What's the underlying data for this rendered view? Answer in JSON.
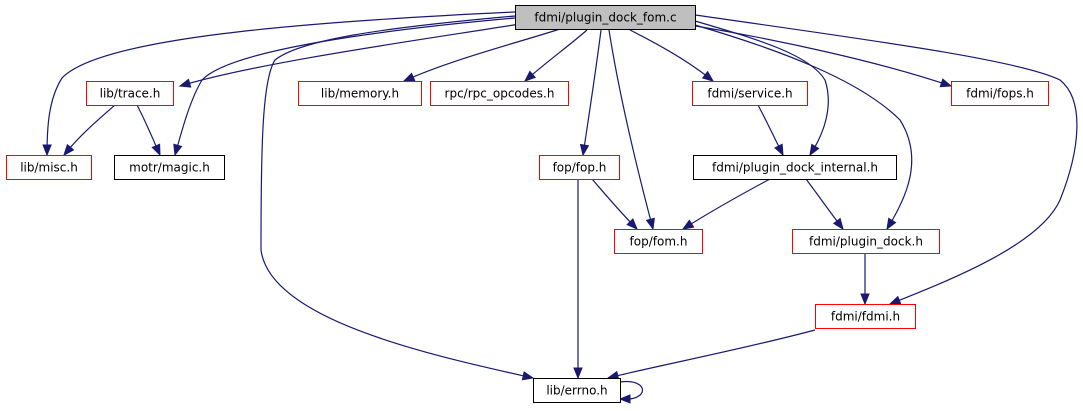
{
  "diagram": {
    "title": "fdmi/plugin_dock_fom.c include dependency graph",
    "colors": {
      "edge": "#191970",
      "root_fill": "#bfbfbf",
      "root_border": "#000000",
      "documented_border": "#000000",
      "undocumented_border": "#ff0000",
      "node_fill": "#ffffff"
    },
    "nodes": [
      {
        "id": "root",
        "label": "fdmi/plugin_dock_fom.c",
        "kind": "root"
      },
      {
        "id": "trace",
        "label": "lib/trace.h",
        "kind": "red"
      },
      {
        "id": "memory",
        "label": "lib/memory.h",
        "kind": "red"
      },
      {
        "id": "rpc_opcodes",
        "label": "rpc/rpc_opcodes.h",
        "kind": "red"
      },
      {
        "id": "service",
        "label": "fdmi/service.h",
        "kind": "red"
      },
      {
        "id": "fops",
        "label": "fdmi/fops.h",
        "kind": "red"
      },
      {
        "id": "misc",
        "label": "lib/misc.h",
        "kind": "red"
      },
      {
        "id": "magic",
        "label": "motr/magic.h",
        "kind": "black"
      },
      {
        "id": "fop",
        "label": "fop/fop.h",
        "kind": "red"
      },
      {
        "id": "pdi",
        "label": "fdmi/plugin_dock_internal.h",
        "kind": "black"
      },
      {
        "id": "fom",
        "label": "fop/fom.h",
        "kind": "red"
      },
      {
        "id": "pd",
        "label": "fdmi/plugin_dock.h",
        "kind": "red"
      },
      {
        "id": "fdmi",
        "label": "fdmi/fdmi.h",
        "kind": "red"
      },
      {
        "id": "errno",
        "label": "lib/errno.h",
        "kind": "black"
      }
    ],
    "edges": [
      [
        "root",
        "trace"
      ],
      [
        "root",
        "memory"
      ],
      [
        "root",
        "rpc_opcodes"
      ],
      [
        "root",
        "service"
      ],
      [
        "root",
        "fops"
      ],
      [
        "root",
        "misc"
      ],
      [
        "root",
        "magic"
      ],
      [
        "root",
        "fop"
      ],
      [
        "root",
        "fom"
      ],
      [
        "root",
        "pdi"
      ],
      [
        "root",
        "pd"
      ],
      [
        "root",
        "fdmi"
      ],
      [
        "root",
        "errno"
      ],
      [
        "trace",
        "misc"
      ],
      [
        "trace",
        "magic"
      ],
      [
        "service",
        "pdi"
      ],
      [
        "fop",
        "fom"
      ],
      [
        "fop",
        "errno"
      ],
      [
        "pdi",
        "fom"
      ],
      [
        "pdi",
        "pd"
      ],
      [
        "pd",
        "fdmi"
      ],
      [
        "fdmi",
        "errno"
      ],
      [
        "errno",
        "errno"
      ]
    ]
  }
}
